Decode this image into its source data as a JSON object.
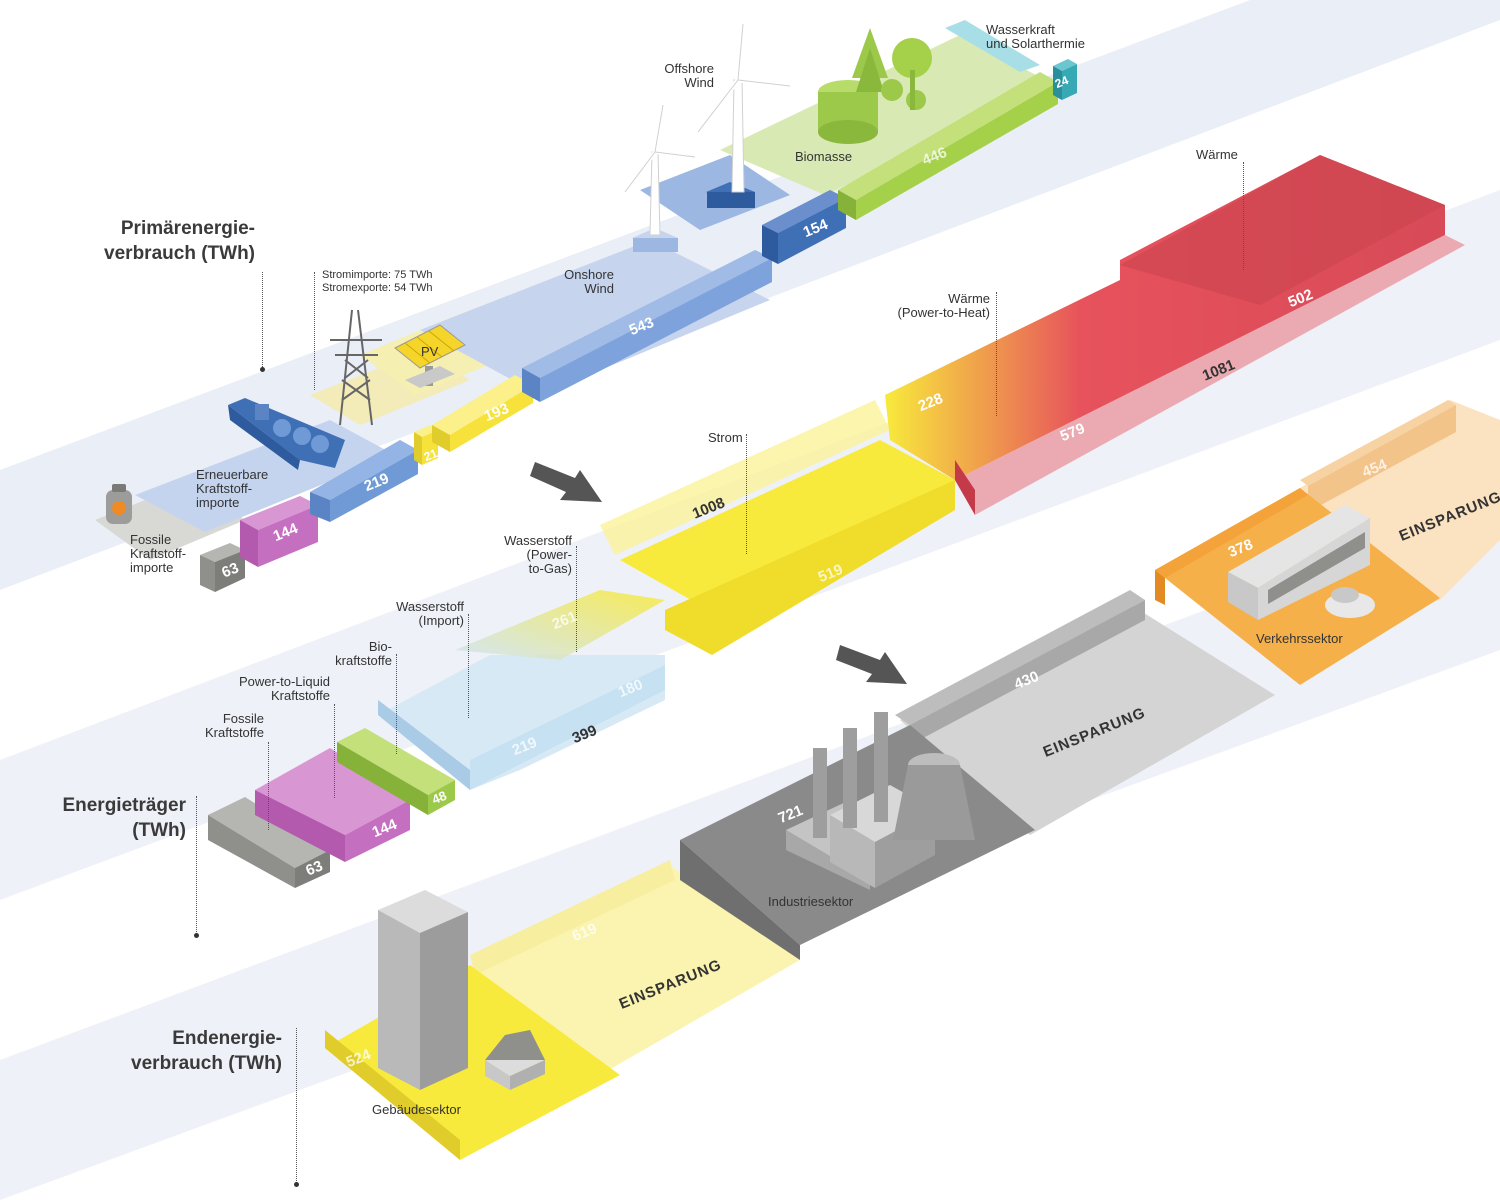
{
  "sections": {
    "primary_line1": "Primärenergie-",
    "primary_line2": "verbrauch (TWh)",
    "carriers_line1": "Energieträger",
    "carriers_line2": "(TWh)",
    "final_line1": "Endenergie-",
    "final_line2": "verbrauch (TWh)"
  },
  "primary": {
    "fossil_fuel_imports": {
      "line1": "Fossile",
      "line2": "Kraftstoff-",
      "line3": "importe",
      "value": "63"
    },
    "renewable_fuel_imports": {
      "line1": "Erneuerbare",
      "line2": "Kraftstoff-",
      "line3": "importe",
      "value": "144"
    },
    "power_imports": {
      "line1": "Stromimporte: 75 TWh",
      "line2": "Stromexporte: 54 TWh",
      "value": "21"
    },
    "value_219": "219",
    "pv": {
      "label": "PV",
      "value": "193"
    },
    "onshore_wind": {
      "line1": "Onshore",
      "line2": "Wind",
      "value": "543"
    },
    "offshore_wind": {
      "line1": "Offshore",
      "line2": "Wind",
      "value": "154"
    },
    "biomass": {
      "label": "Biomasse",
      "value": "446"
    },
    "hydro_solarthermal": {
      "line1": "Wasserkraft",
      "line2": "und Solarthermie",
      "value": "24"
    }
  },
  "carriers": {
    "fossil_fuels": {
      "line1": "Fossile",
      "line2": "Kraftstoffe",
      "value": "63"
    },
    "ptl_fuels": {
      "line1": "Power-to-Liquid",
      "line2": "Kraftstoffe",
      "value": "144"
    },
    "biofuels": {
      "line1": "Bio-",
      "line2": "kraftstoffe",
      "value": "48"
    },
    "hydrogen_import": {
      "line1": "Wasserstoff",
      "line2": "(Import)",
      "value": "219"
    },
    "hydrogen_ptg": {
      "line1": "Wasserstoff",
      "line2": "(Power-",
      "line3": "to-Gas)",
      "value": "261"
    },
    "hydrogen_total": "399",
    "hydrogen_other": "180",
    "power": {
      "label": "Strom",
      "total": "1008",
      "value": "519"
    },
    "heat_pth": {
      "line1": "Wärme",
      "line2": "(Power-to-Heat)",
      "value": "228"
    },
    "heat": {
      "label": "Wärme",
      "total": "1081",
      "value_a": "579",
      "value_b": "502"
    }
  },
  "final": {
    "buildings": {
      "label": "Gebäudesektor",
      "value": "524",
      "savings": "619",
      "savings_label": "EINSPARUNG"
    },
    "industry": {
      "label": "Industriesektor",
      "value": "721",
      "savings": "430",
      "savings_label": "EINSPARUNG"
    },
    "transport": {
      "label": "Verkehrssektor",
      "value": "378",
      "savings": "454",
      "savings_label": "EINSPARUNG"
    }
  },
  "colors": {
    "band": "#e9edf5",
    "fossil": "#8f8f8c",
    "ptl": "#c56fc0",
    "biofuel": "#9cc94a",
    "renewable_import": "#6f9ad6",
    "pv": "#f6e23a",
    "onshore": "#6f9ad6",
    "offshore": "#3f6fb5",
    "biomass": "#a5d04a",
    "hydro": "#37a9b5",
    "hydrogen": "#c5e1f2",
    "power": "#f8ea3c",
    "heat": "#dc4e5c",
    "buildings": "#f8ea3c",
    "industry": "#8a8a8a",
    "transport": "#f6a43a"
  }
}
